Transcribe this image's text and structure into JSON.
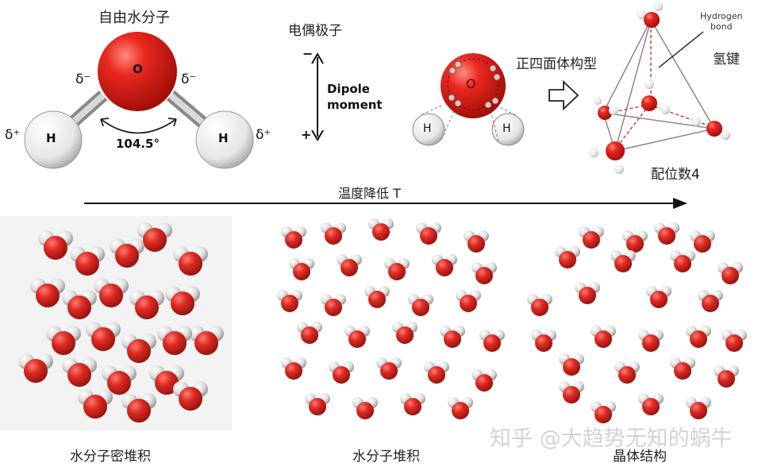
{
  "free_molecule": {
    "title": "自由水分子",
    "oxygen": "O",
    "hydrogen_left": "H",
    "hydrogen_right": "H",
    "delta_minus_left": "δ⁻",
    "delta_minus_right": "δ⁻",
    "delta_plus_left": "δ⁺",
    "delta_plus_right": "δ⁺",
    "bond_angle": "104.5°"
  },
  "dipole": {
    "title": "电偶极子",
    "minus": "−",
    "plus": "+",
    "label_line1": "Dipole",
    "label_line2": "moment",
    "oxygen": "O",
    "hydrogen_left": "H",
    "hydrogen_right": "H"
  },
  "tetrahedral": {
    "title": "正四面体构型",
    "hbond_en_line1": "Hydrogen",
    "hbond_en_line2": "bond",
    "hbond_cn": "氢键",
    "coordination": "配位数4"
  },
  "temperature_arrow": {
    "label": "温度降低 T"
  },
  "panels": [
    {
      "caption": "水分子密堆积"
    },
    {
      "caption": "水分子堆积"
    },
    {
      "caption": "晶体结构"
    }
  ],
  "watermark": "知乎 @大趋势无知的蜗牛",
  "colors": {
    "oxygen_red": "#d8201c",
    "hydrogen_white": "#eeeeee",
    "hbond_dash": "#c0392b"
  }
}
